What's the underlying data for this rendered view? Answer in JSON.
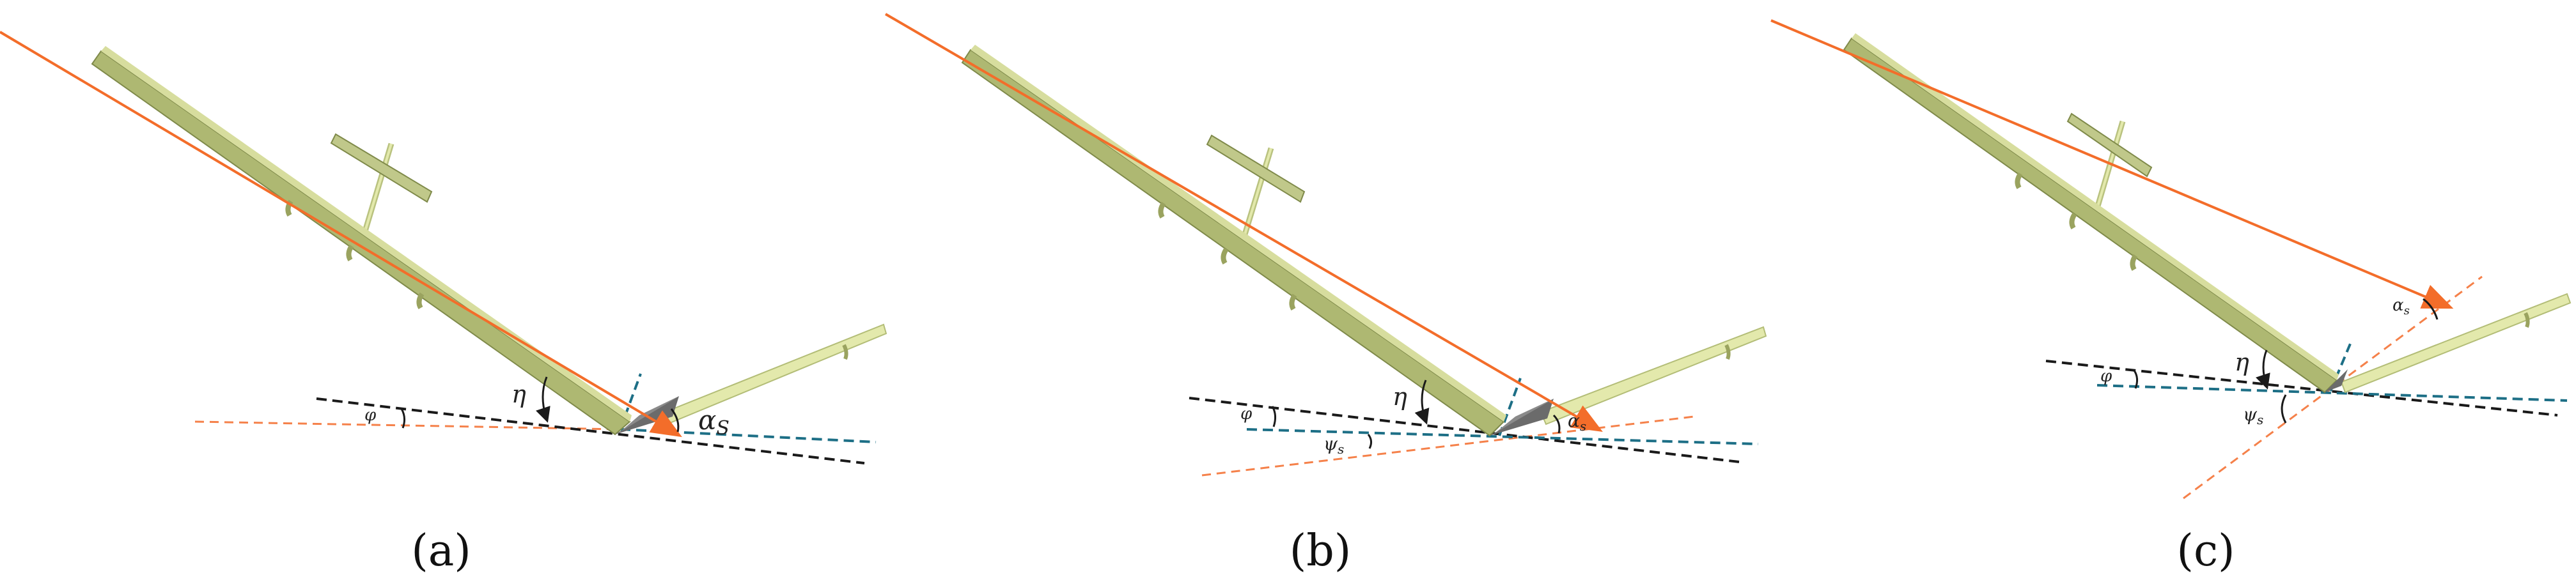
{
  "panels": [
    {
      "id": "a",
      "caption": "(a)",
      "labels": {
        "eta": "η",
        "phi": "φ",
        "alpha": "α",
        "alpha_sub": "S"
      }
    },
    {
      "id": "b",
      "caption": "(b)",
      "labels": {
        "eta": "η",
        "phi": "φ",
        "alpha": "α",
        "alpha_sub": "s",
        "psi": "ψ",
        "psi_sub": "s"
      }
    },
    {
      "id": "c",
      "caption": "(c)",
      "labels": {
        "eta": "η",
        "phi": "φ",
        "alpha": "α",
        "alpha_sub": "s",
        "psi": "ψ",
        "psi_sub": "s"
      }
    }
  ],
  "colors": {
    "wing_dark": "#aeb872",
    "wing_light": "#e3e9ac",
    "wing_edge": "#7f8a4a",
    "solar_ray": "#f36d2a",
    "black_dashed": "#1a1a1a",
    "blue_dashed": "#1d6f86",
    "orange_dashed": "#f5814a",
    "shadow_wedge": "#6b6b6b"
  }
}
